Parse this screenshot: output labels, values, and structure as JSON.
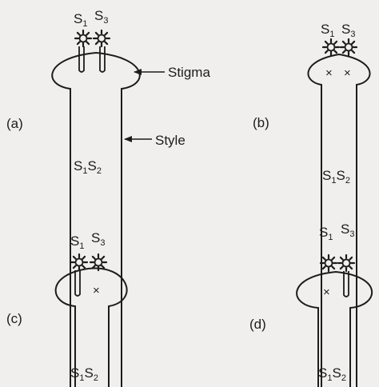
{
  "panels": [
    {
      "id": "a",
      "label": "(a)",
      "pollen_top_left": "S",
      "pollen_top_left_sub": "1",
      "pollen_top_right": "S",
      "pollen_top_right_sub": "3",
      "style_genotype": "S",
      "style_genotype_sub1": "1",
      "style_genotype_tail": "S",
      "style_genotype_sub2": "2",
      "pollen_tubes": "both-grow",
      "callout_stigma": "Stigma",
      "callout_style": "Style"
    },
    {
      "id": "b",
      "label": "(b)",
      "pollen_top_left": "S",
      "pollen_top_left_sub": "1",
      "pollen_top_right": "S",
      "pollen_top_right_sub": "3",
      "style_genotype": "S",
      "style_genotype_sub1": "1",
      "style_genotype_tail": "S",
      "style_genotype_sub2": "2",
      "pollen_tubes": "both-blocked"
    },
    {
      "id": "c",
      "label": "(c)",
      "pollen_top_left": "S",
      "pollen_top_left_sub": "1",
      "pollen_top_right": "S",
      "pollen_top_right_sub": "3",
      "style_genotype": "S",
      "style_genotype_sub1": "1",
      "style_genotype_tail": "S",
      "style_genotype_sub2": "2",
      "pollen_tubes": "left-grows-right-blocked"
    },
    {
      "id": "d",
      "label": "(d)",
      "pollen_top_left": "S",
      "pollen_top_left_sub": "1",
      "pollen_top_right": "S",
      "pollen_top_right_sub": "3",
      "style_genotype": "S",
      "style_genotype_sub1": "1",
      "style_genotype_tail": "S",
      "style_genotype_sub2": "2",
      "pollen_tubes": "left-blocked-right-grows"
    }
  ],
  "colors": {
    "ink": "#1c1c1c",
    "paper": "#f1efed"
  }
}
